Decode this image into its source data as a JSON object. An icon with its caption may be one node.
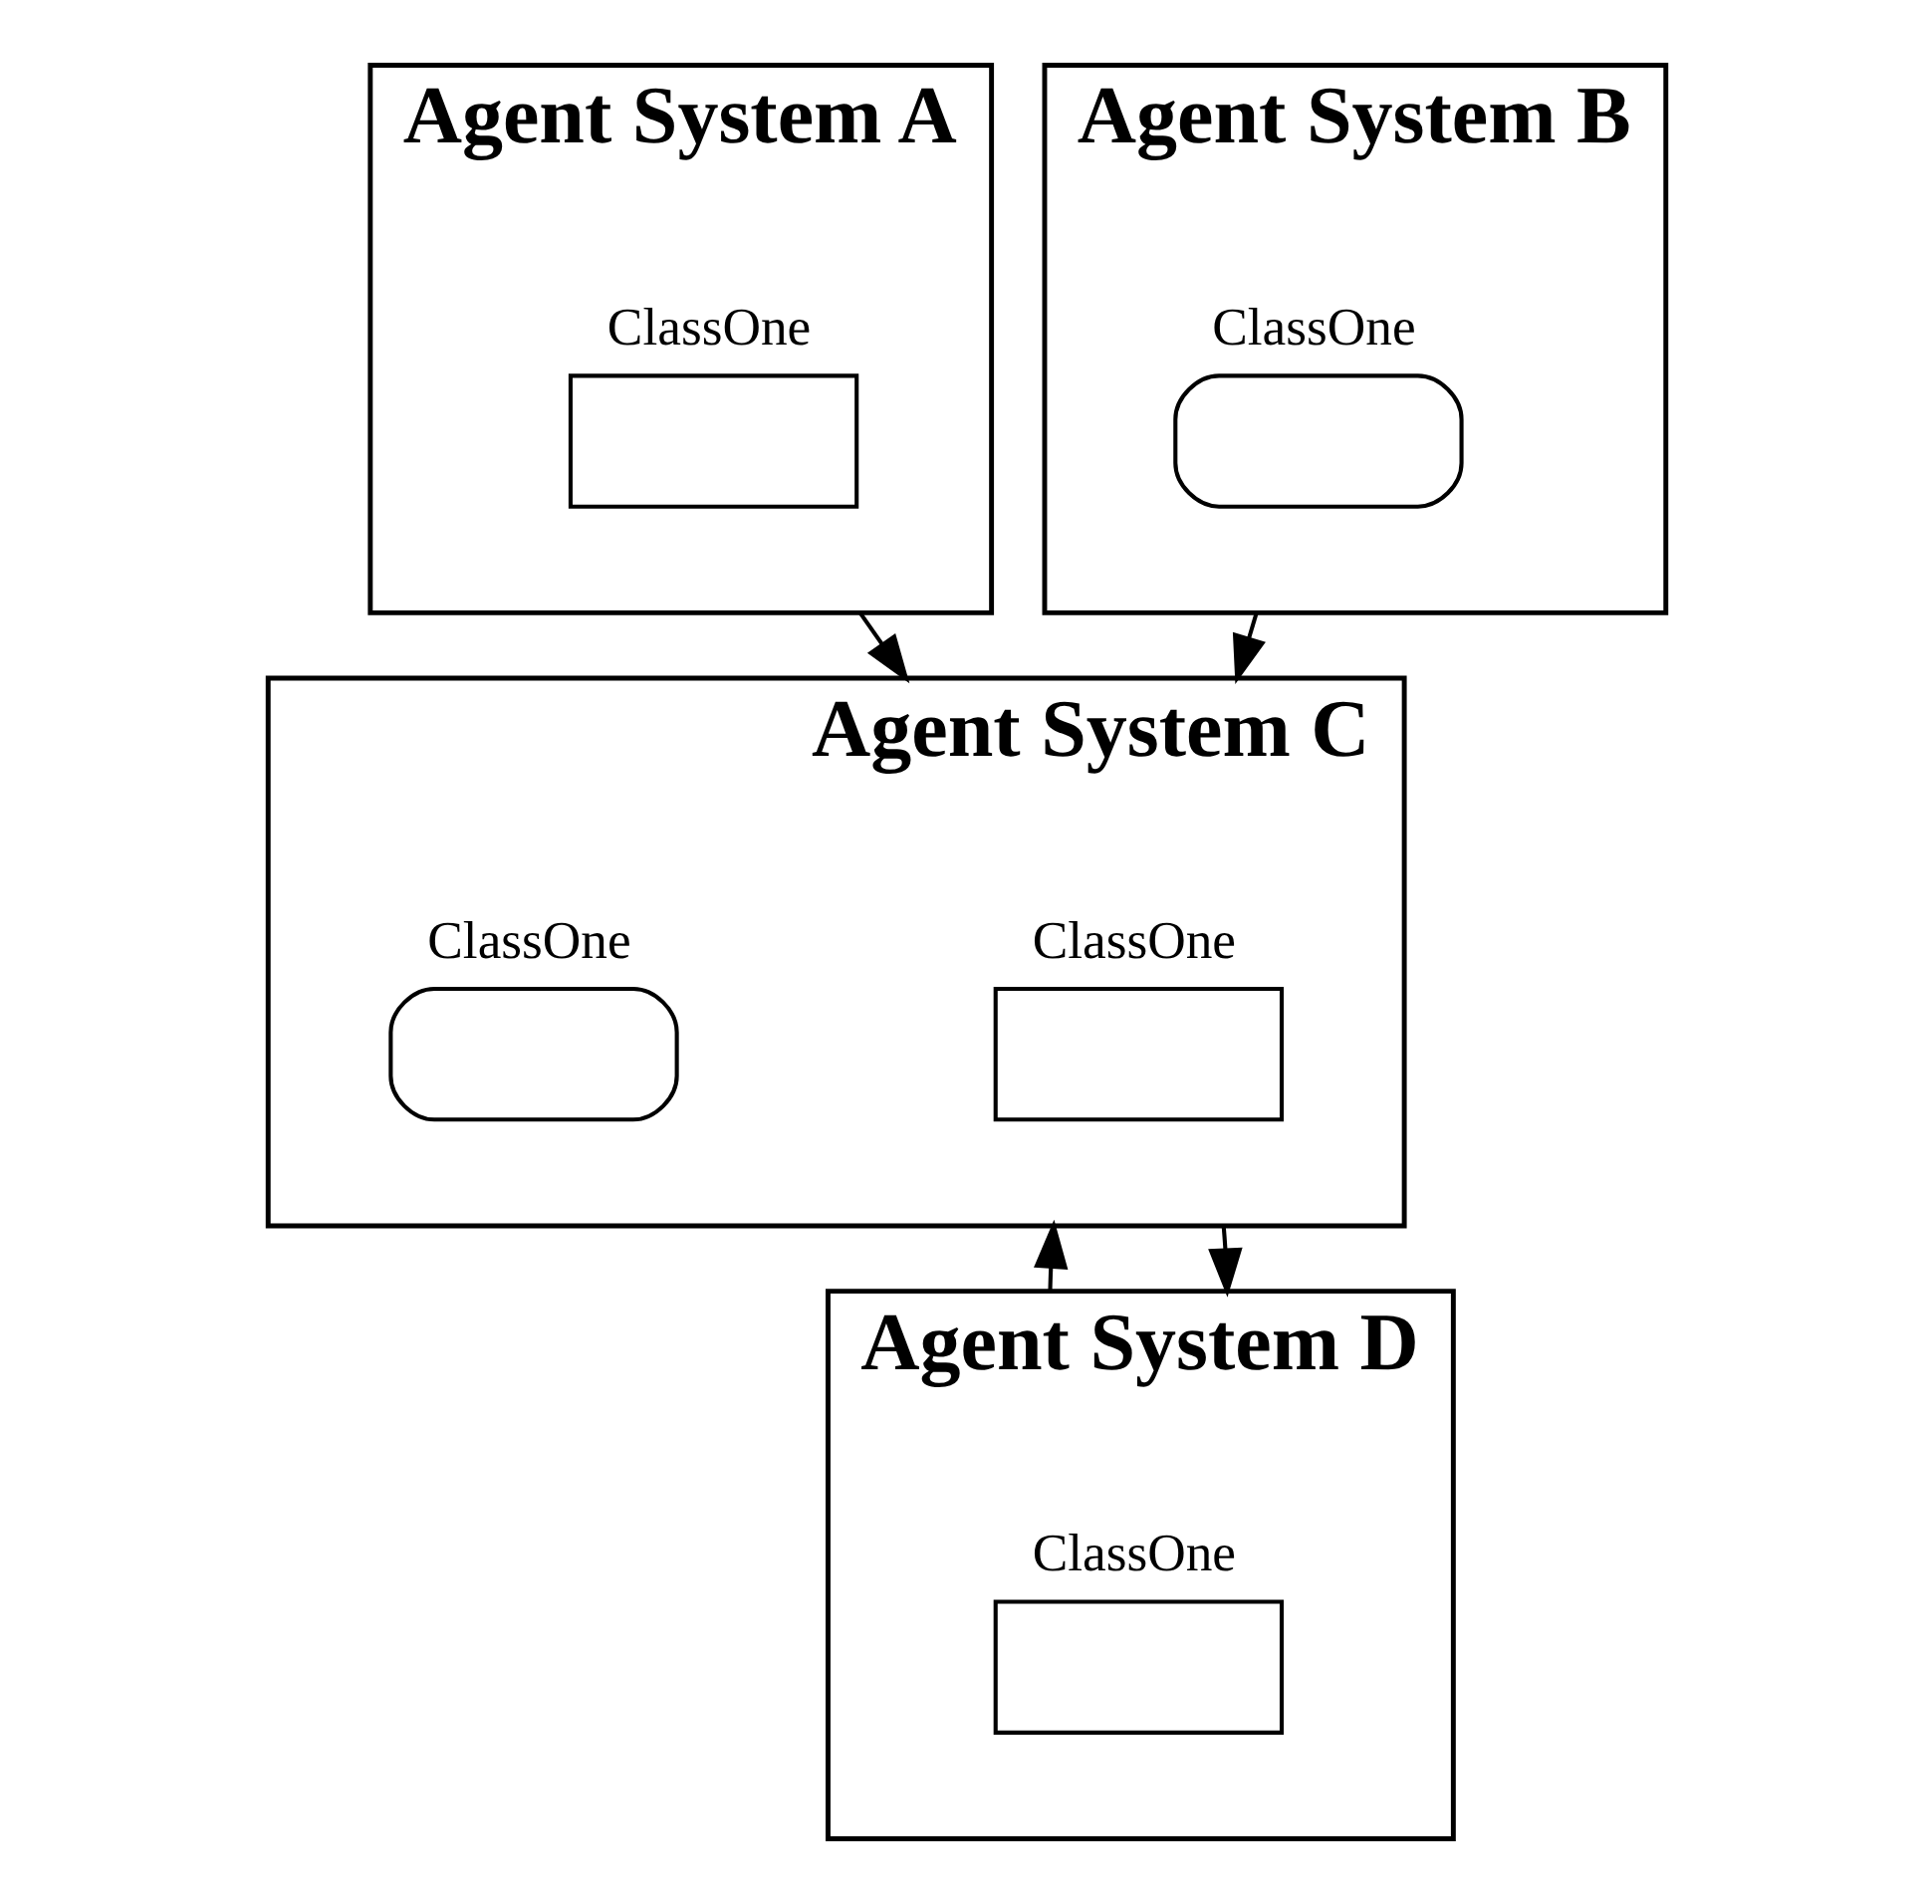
{
  "diagram": {
    "nodes": [
      {
        "text": [
          "Agent System A"
        ]
      },
      {
        "text": [
          "ClassOne"
        ],
        "in": 0
      },
      {
        "text": [
          "Agent System B"
        ]
      },
      {
        "text": [
          "ClassOne"
        ],
        "in": 2
      },
      {
        "text": [
          "Agent System C"
        ]
      },
      {
        "text": [
          "ClassOne"
        ],
        "in": 4
      },
      {
        "text": [
          "ClassOne"
        ],
        "in": 4
      },
      {
        "text": [
          "Agent System D"
        ]
      },
      {
        "text": [
          "ClassOne"
        ],
        "in": 7
      }
    ],
    "edges": [
      {
        "from": 0,
        "to": 4,
        "arrow": "to"
      },
      {
        "from": 2,
        "to": 4,
        "arrow": "to"
      },
      {
        "from": 4,
        "to": 7,
        "arrow": "to"
      },
      {
        "from": 7,
        "to": 4,
        "arrow": "to"
      }
    ]
  }
}
